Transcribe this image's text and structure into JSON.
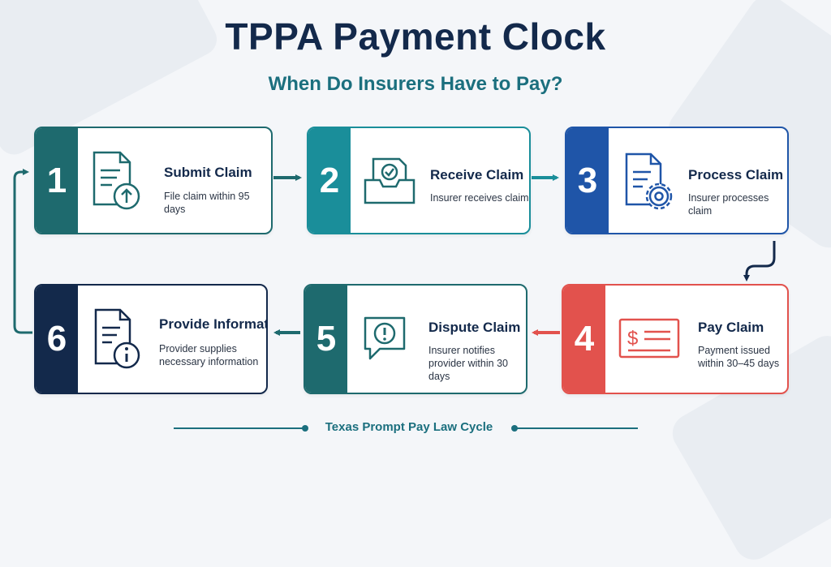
{
  "title": "TPPA Payment Clock",
  "subtitle": "When Do Insurers Have to Pay?",
  "colors": {
    "navy": "#13294b",
    "teal_dark": "#1e6a6e",
    "teal": "#1a8e9a",
    "blue": "#1f55a8",
    "red": "#e2524d",
    "footer": "#1b6f7e"
  },
  "steps": [
    {
      "number": "1",
      "title": "Submit Claim",
      "description": "File claim within 95 days",
      "icon": "document-upload-icon"
    },
    {
      "number": "2",
      "title": "Receive Claim",
      "description": "Insurer receives claim",
      "icon": "inbox-check-icon"
    },
    {
      "number": "3",
      "title": "Process Claim",
      "description": "Insurer processes claim",
      "icon": "document-gear-icon"
    },
    {
      "number": "4",
      "title": "Pay Claim",
      "description": "Payment issued within 30–45 days",
      "icon": "check-payment-icon"
    },
    {
      "number": "5",
      "title": "Dispute Claim",
      "description": "Insurer notifies provider within 30 days",
      "icon": "alert-speech-bubble-icon"
    },
    {
      "number": "6",
      "title": "Provide Information",
      "description": "Provider supplies necessary information",
      "icon": "document-info-icon"
    }
  ],
  "footer": "Texas Prompt Pay Law Cycle"
}
